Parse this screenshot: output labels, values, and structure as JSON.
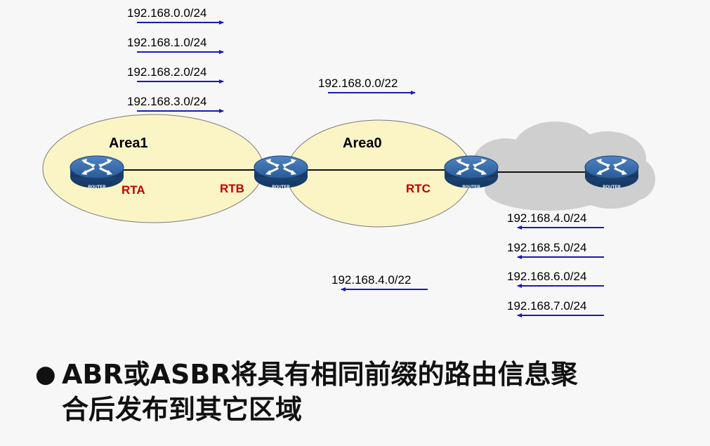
{
  "areas": [
    {
      "id": "area1",
      "label": "Area1"
    },
    {
      "id": "area0",
      "label": "Area0"
    }
  ],
  "routers": [
    {
      "id": "rta",
      "name": "RTA",
      "caption": "ROUTER"
    },
    {
      "id": "rtb",
      "name": "RTB",
      "caption": "ROUTER"
    },
    {
      "id": "rtc",
      "name": "RTC",
      "caption": "ROUTER"
    },
    {
      "id": "ext",
      "name": "",
      "caption": "ROUTER"
    }
  ],
  "routes_in": [
    "192.168.0.0/24",
    "192.168.1.0/24",
    "192.168.2.0/24",
    "192.168.3.0/24"
  ],
  "summary_in": "192.168.0.0/22",
  "routes_out": [
    "192.168.4.0/24",
    "192.168.5.0/24",
    "192.168.6.0/24",
    "192.168.7.0/24"
  ],
  "summary_out": "192.168.4.0/22",
  "bullet": {
    "line1": "ABR或ASBR将具有相同前缀的路由信息聚",
    "line2": "合后发布到其它区域"
  },
  "colors": {
    "area_fill": "#fbf4c4",
    "cloud_fill": "#cfcfcf",
    "arrow": "#1a1ab4",
    "router_name": "#c00000",
    "router_body": "#1f4f8a"
  }
}
